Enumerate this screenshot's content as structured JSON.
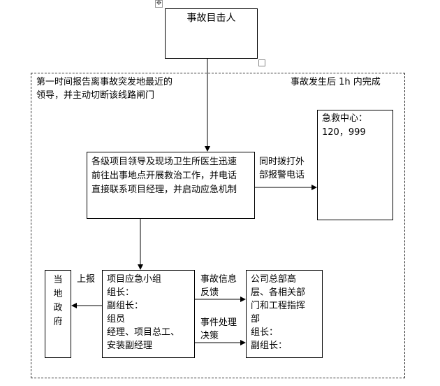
{
  "witness": {
    "label": "事故目击人"
  },
  "area": {
    "note_left": "第一时间报告离事故突发地最近的\n领导，并主动切断该线路闸门",
    "note_right": "事故发生后 1h 内完成"
  },
  "main_action": {
    "text": "各级项目领导及现场卫生所医生迅速\n前往出事地点开展救治工作，并电话\n直接联系项目经理，并启动应急机制"
  },
  "call_label": "同时拨打外\n部报警电话",
  "emergency_center": {
    "title": "急救中心：",
    "numbers": "120，999"
  },
  "local_gov": {
    "label": "当\n地\n政\n府",
    "report_label": "上报"
  },
  "emergency_group": {
    "text": "项目应急小组\n组长：\n副组长：\n组员\n经理、项目总工、\n安装副经理"
  },
  "links": {
    "feedback": "事故信息\n反馈",
    "decision": "事件处理\n决策"
  },
  "hq": {
    "text": "公司总部高\n层、各相关部\n门和工程指挥\n部\n组长：\n副组长："
  }
}
